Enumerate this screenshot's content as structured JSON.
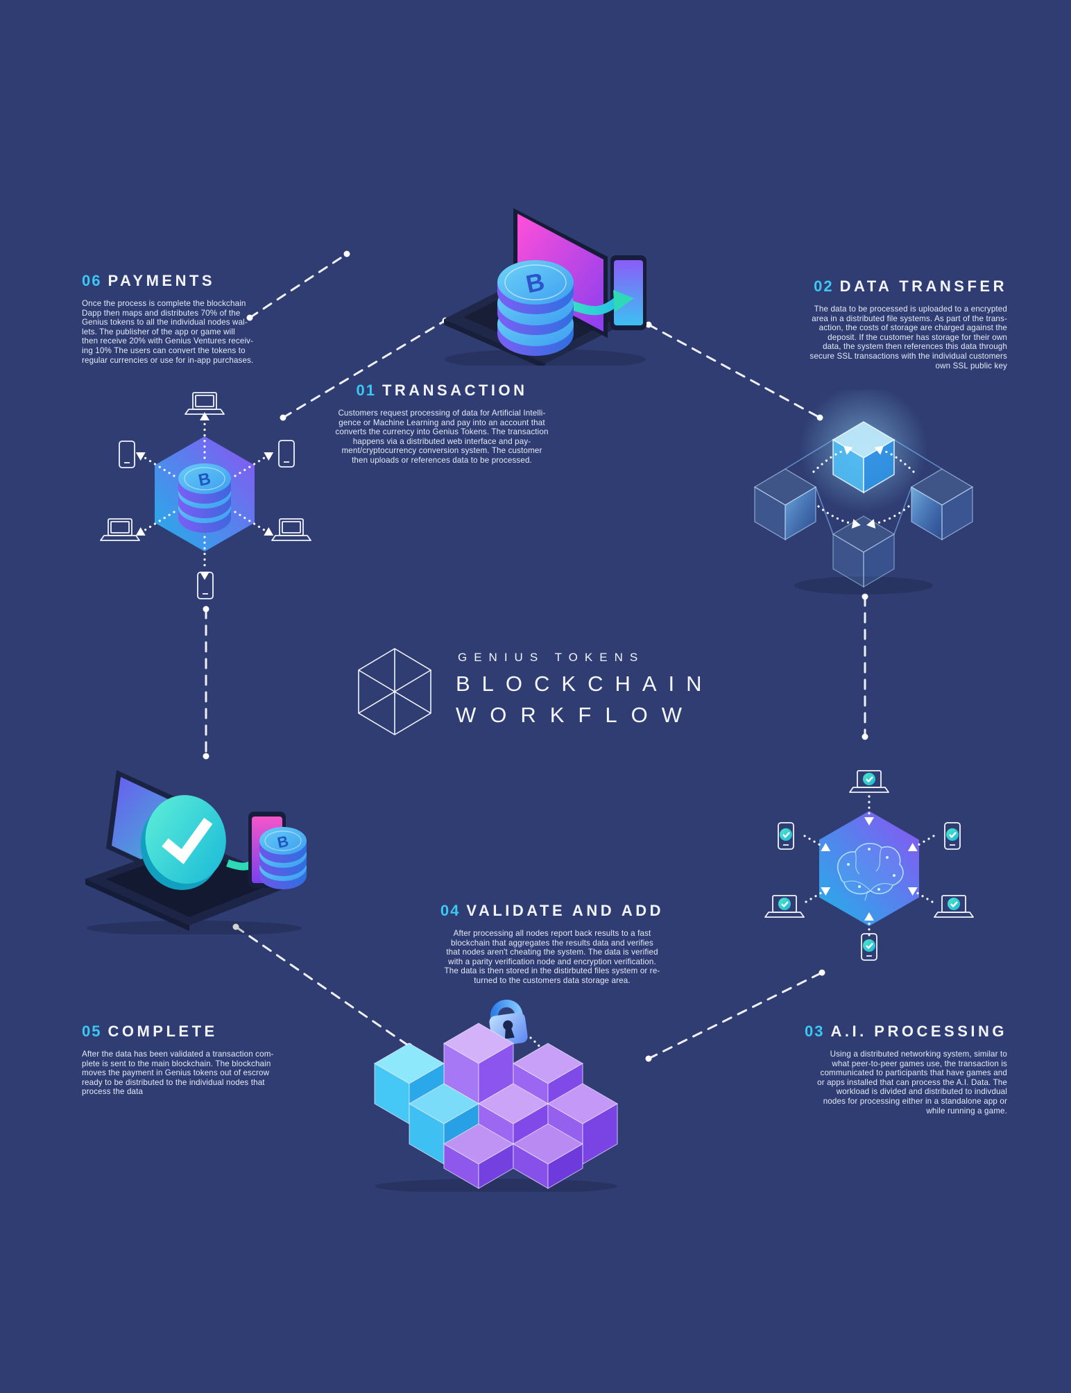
{
  "colors": {
    "background": "#2f3d73",
    "accent_cyan": "#3bc8f2",
    "text_white": "#f3f5fb",
    "hexagon_gradient": [
      "#22b1e8",
      "#8a54f2"
    ],
    "teal_accent": "#35dfc0",
    "pink_screen": "#ff4fd8",
    "purple_cube": "#9a66f2",
    "blue_cube": "#45c8f5"
  },
  "logo": {
    "brand": "GENIUS TOKENS",
    "title_line1": "BLOCKCHAIN",
    "title_line2": "WORKFLOW"
  },
  "steps": [
    {
      "num": "01",
      "title": "TRANSACTION",
      "body": "Customers request processing of data for Artificial Intelli-\ngence or Machine Learning and pay into an account that\nconverts the currency into Genius Tokens.  The transaction\nhappens via a distributed web interface and pay-\nment/cryptocurrency conversion system.  The customer\nthen uploads or references data to be processed."
    },
    {
      "num": "02",
      "title": "DATA TRANSFER",
      "body": "The data to be processed is uploaded to a encrypted\narea in a distributed file systems.  As part of the trans-\naction, the costs of storage are charged against the\ndeposit.  If the customer has storage for their own\ndata, the system then references this data through\nsecure SSL transactions with the individual customers\nown SSL public key"
    },
    {
      "num": "03",
      "title": "A.I. PROCESSING",
      "body": "Using a distributed networking system, similar to\nwhat peer-to-peer games use, the transaction is\ncommunicated to participants that have games and\nor apps installed that can process the A.I. Data.  The\nworkload is divided and distributed to indivdual\nnodes for processing either in a standalone app or\nwhile running a game."
    },
    {
      "num": "04",
      "title": "VALIDATE AND ADD",
      "body": "After processing all nodes report back results to a fast\nblockchain that aggregates the results data and verifies\nthat nodes aren't cheating the system.  The data is verified\nwith a parity verification node and encryption verification.\nThe data is then stored in the distirbuted files system or re-\nturned to the customers data storage area."
    },
    {
      "num": "05",
      "title": "COMPLETE",
      "body": "After the data has been validated a transaction com-\nplete is sent to the main blockchain.  The blockchain\nmoves the payment in Genius tokens out of escrow\nready to be distributed to the individual nodes that\nprocess the data"
    },
    {
      "num": "06",
      "title": "PAYMENTS",
      "body": "Once the process is complete the blockchain\nDapp then maps and distributes 70% of the\nGenius tokens to all the individual nodes wal-\nlets.  The publisher of the app or game will\nthen receive 20% with Genius Ventures receiv-\ning 10% The users can convert the tokens to\nregular currencies or use for in-app purchases."
    }
  ]
}
